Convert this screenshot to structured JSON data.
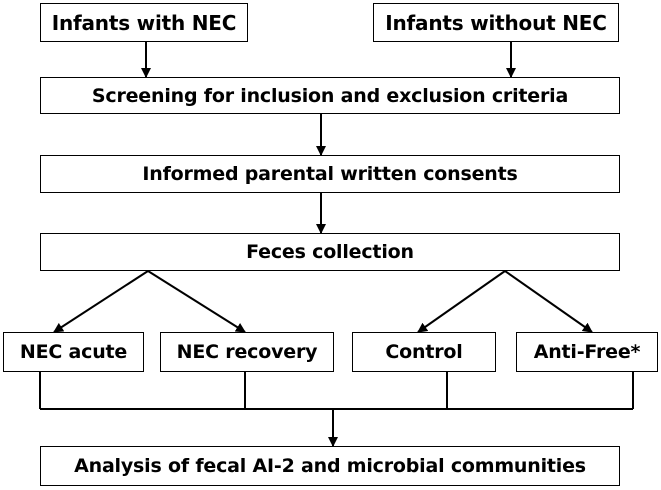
{
  "nodes": {
    "with_nec": "Infants with NEC",
    "without_nec": "Infants without NEC",
    "screening": "Screening for inclusion and exclusion criteria",
    "consent": "Informed parental written consents",
    "feces": "Feces collection",
    "nec_acute": "NEC acute",
    "nec_recovery": "NEC recovery",
    "control": "Control",
    "anti_free": "Anti-Free*",
    "analysis": "Analysis of fecal AI-2 and microbial communities"
  },
  "colors": {
    "stroke": "#000000",
    "box_fill": "#ffffff"
  }
}
